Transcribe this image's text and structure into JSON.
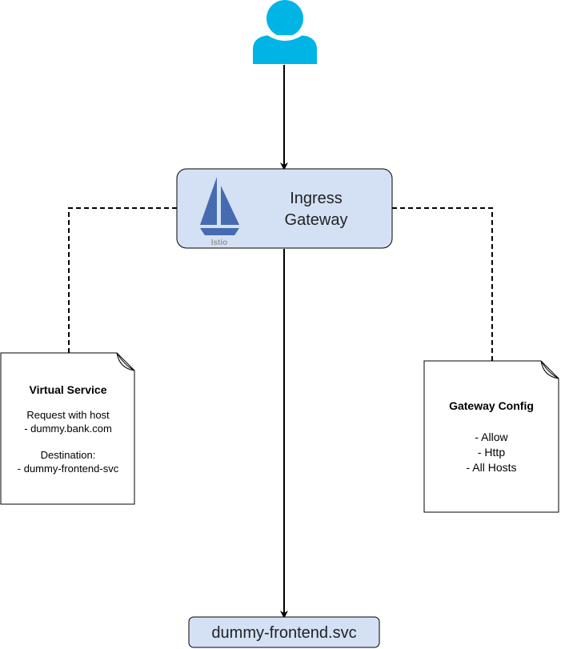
{
  "gateway": {
    "title_line1": "Ingress",
    "title_line2": "Gateway",
    "logo_label": "Istio"
  },
  "virtual_service": {
    "title": "Virtual Service",
    "line1": "Request with host",
    "line2": "- dummy.bank.com",
    "line3": "Destination:",
    "line4": "- dummy-frontend-svc"
  },
  "gateway_config": {
    "title": "Gateway Config",
    "line1": "- Allow",
    "line2": "- Http",
    "line3": "- All Hosts"
  },
  "service": {
    "label": "dummy-frontend.svc"
  },
  "colors": {
    "user_icon": "#00b4e6",
    "box_fill": "#d4e1f5",
    "istio_logo": "#466bb0",
    "istio_label": "#999999",
    "line": "#000000"
  },
  "icons": {
    "user": "user-icon",
    "istio": "istio-sail-icon"
  }
}
